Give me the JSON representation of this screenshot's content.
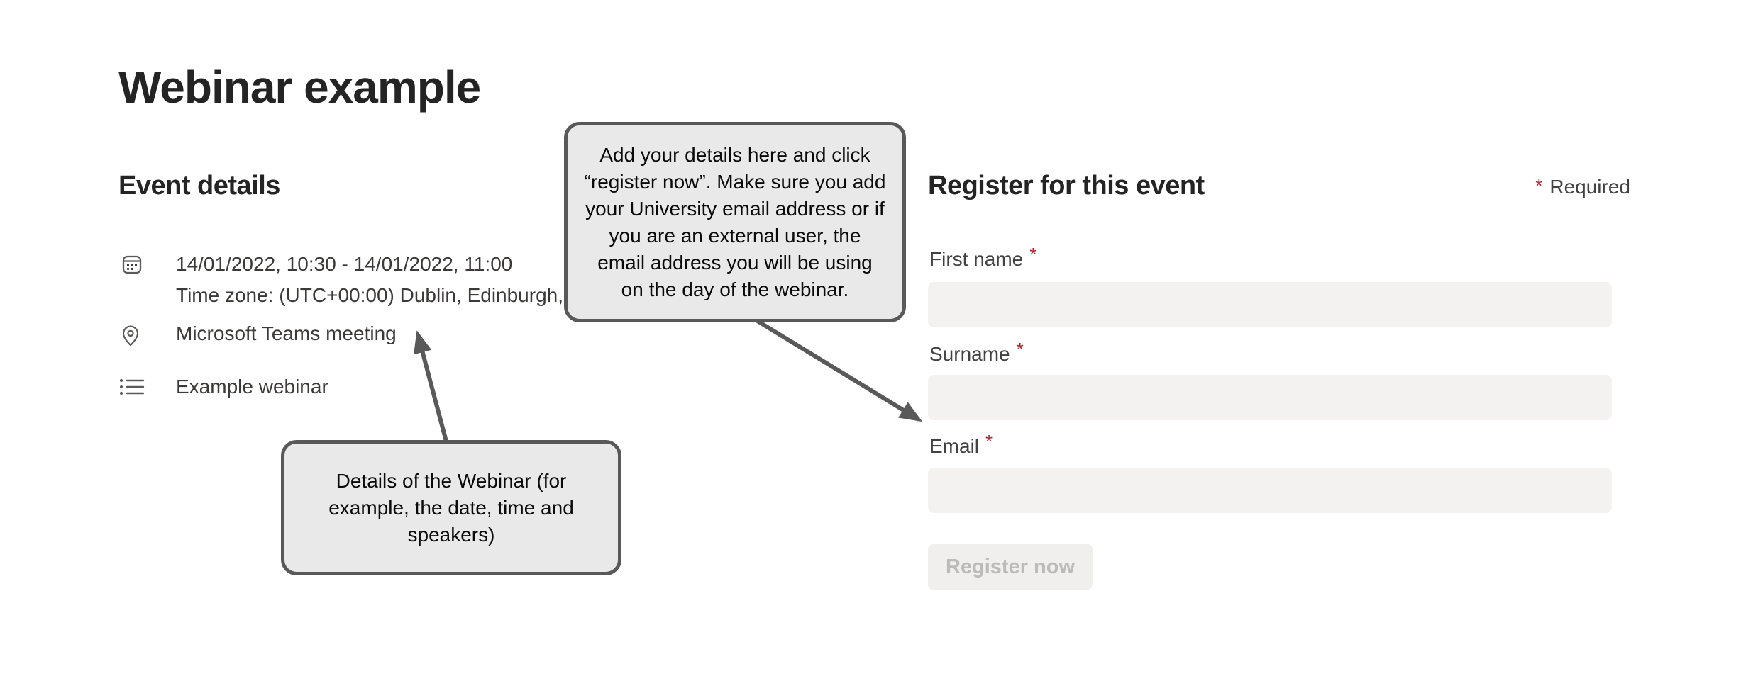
{
  "page": {
    "title": "Webinar example"
  },
  "event": {
    "heading": "Event details",
    "datetime": "14/01/2022, 10:30 - 14/01/2022, 11:00",
    "timezone": "Time zone: (UTC+00:00) Dublin, Edinburgh,",
    "location": "Microsoft Teams meeting",
    "description": "Example webinar",
    "icons": [
      "calendar-icon",
      "location-pin-icon",
      "bullet-list-icon"
    ]
  },
  "form": {
    "heading": "Register for this event",
    "required_mark": "*",
    "required_label": "Required",
    "fields": [
      {
        "label": "First name",
        "value": "",
        "placeholder": ""
      },
      {
        "label": "Surname",
        "value": "",
        "placeholder": ""
      },
      {
        "label": "Email",
        "value": "",
        "placeholder": ""
      }
    ],
    "submit_label": "Register now",
    "submit_enabled": false
  },
  "annotations": {
    "register_callout": {
      "text": "Add your details here and click\n“register now”. Make sure you add\nyour University email address or if\nyou are an external user, the\nemail address you will be using\non the day of the webinar."
    },
    "details_callout": {
      "text": "Details of the Webinar (for\nexample, the date, time and\nspeakers)"
    }
  },
  "colors": {
    "required_red": "#a4262c",
    "callout_border": "#595959",
    "callout_fill": "#e9e9e9",
    "field_fill": "#f3f2f1",
    "button_fill": "#f0efee",
    "button_text": "#bdbbb9",
    "heading_text": "#242424",
    "body_text": "#3b3a39",
    "icon_gray": "#5c5b5a"
  }
}
